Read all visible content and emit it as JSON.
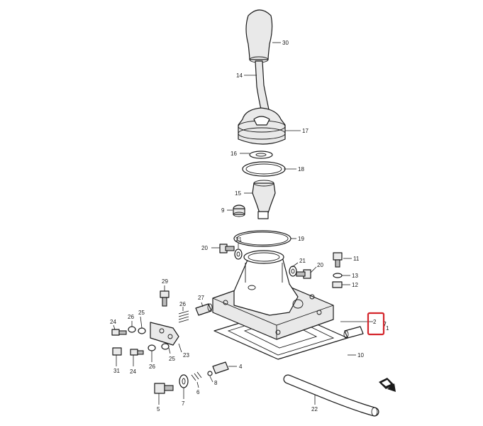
{
  "callouts": [
    {
      "id": "30",
      "text": "30"
    },
    {
      "id": "14",
      "text": "14"
    },
    {
      "id": "17",
      "text": "17"
    },
    {
      "id": "16",
      "text": "16"
    },
    {
      "id": "18",
      "text": "18"
    },
    {
      "id": "15",
      "text": "15"
    },
    {
      "id": "9",
      "text": "9"
    },
    {
      "id": "21a",
      "text": "21"
    },
    {
      "id": "19",
      "text": "19"
    },
    {
      "id": "20a",
      "text": "20"
    },
    {
      "id": "21b",
      "text": "21"
    },
    {
      "id": "20b",
      "text": "20"
    },
    {
      "id": "11",
      "text": "11"
    },
    {
      "id": "13",
      "text": "13"
    },
    {
      "id": "12",
      "text": "12"
    },
    {
      "id": "29",
      "text": "29"
    },
    {
      "id": "26a",
      "text": "26"
    },
    {
      "id": "27",
      "text": "27"
    },
    {
      "id": "26b",
      "text": "26"
    },
    {
      "id": "25a",
      "text": "25"
    },
    {
      "id": "24a",
      "text": "24"
    },
    {
      "id": "2",
      "text": "2"
    },
    {
      "id": "1",
      "text": "1"
    },
    {
      "id": "25b",
      "text": "25"
    },
    {
      "id": "23",
      "text": "23"
    },
    {
      "id": "10",
      "text": "10"
    },
    {
      "id": "31",
      "text": "31"
    },
    {
      "id": "24b",
      "text": "24"
    },
    {
      "id": "26c",
      "text": "26"
    },
    {
      "id": "4",
      "text": "4"
    },
    {
      "id": "8",
      "text": "8"
    },
    {
      "id": "6",
      "text": "6"
    },
    {
      "id": "7",
      "text": "7"
    },
    {
      "id": "5",
      "text": "5"
    },
    {
      "id": "22",
      "text": "22"
    }
  ],
  "highlight": {
    "target": "2",
    "color": "#d4252b"
  },
  "front_marker": {
    "icon": "front-arrow-icon"
  }
}
